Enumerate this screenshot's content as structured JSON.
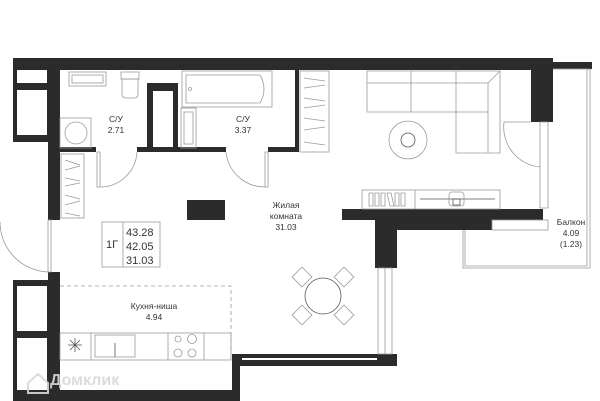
{
  "plan": {
    "rooms": [
      {
        "name": "С/У",
        "area": "2.71"
      },
      {
        "name": "С/У",
        "area": "3.37"
      },
      {
        "name_line1": "Жилая",
        "name_line2": "комната",
        "area": "31.03"
      },
      {
        "name": "Кухня-ниша",
        "area": "4.94"
      },
      {
        "name": "Балкон",
        "area": "4.09",
        "area_reduced": "(1.23)"
      }
    ],
    "summary": {
      "type": "1Г",
      "total_area": "43.28",
      "area_without_balcony": "42.05",
      "living_area": "31.03"
    },
    "watermark": "Домклик",
    "colors": {
      "wall": "#2b2b2b",
      "line": "#9a9a9a"
    }
  }
}
